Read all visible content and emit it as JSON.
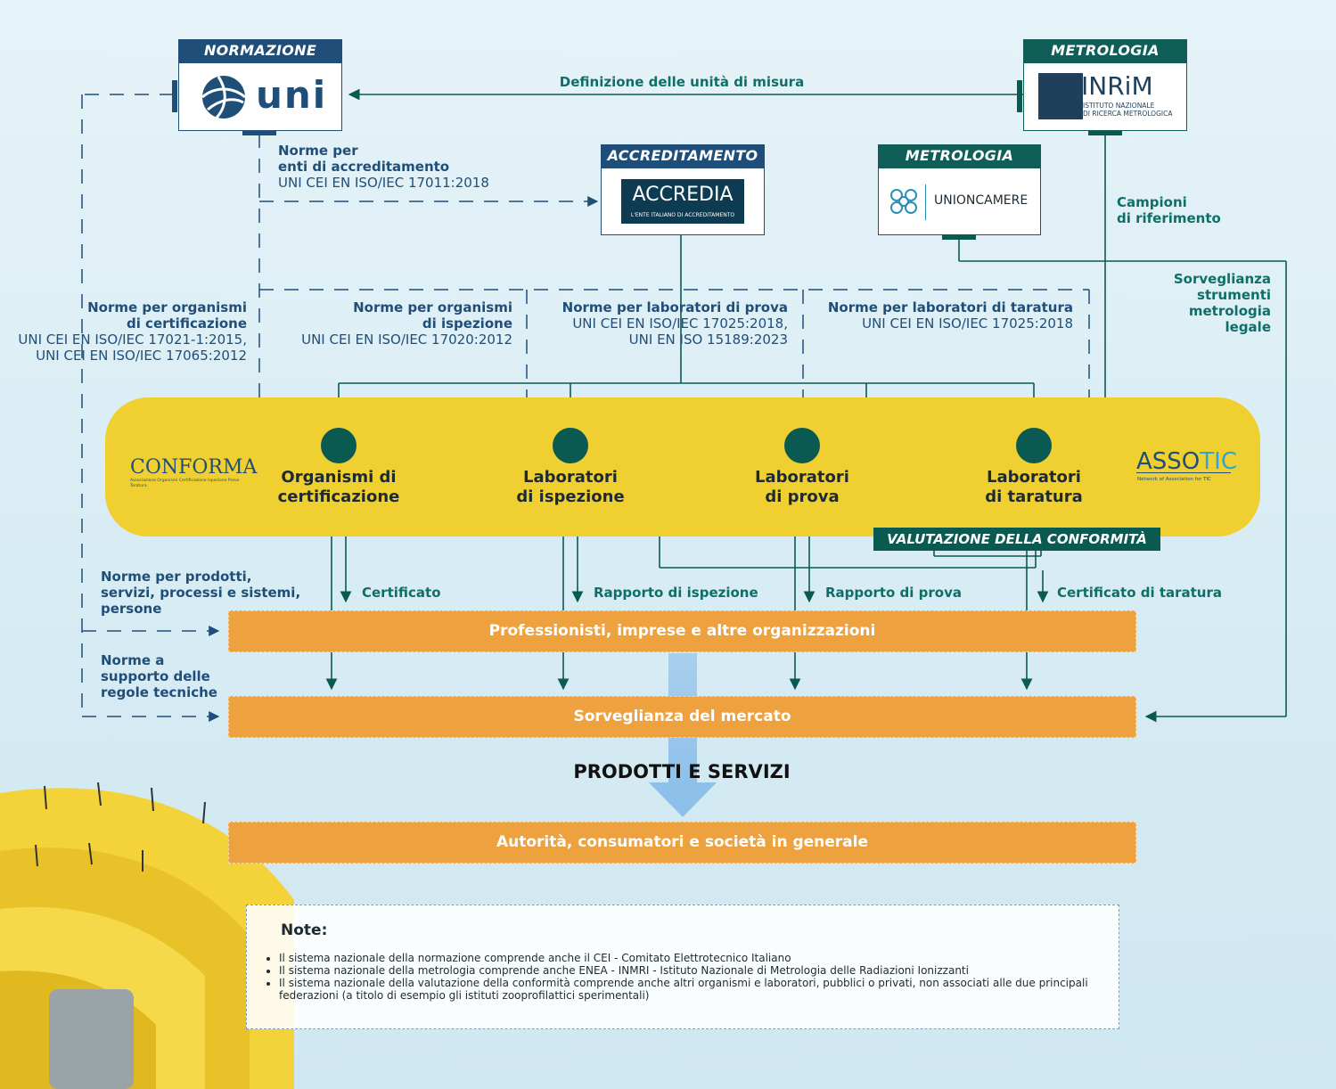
{
  "normazione": {
    "header": "NORMAZIONE",
    "logo_text": "uni"
  },
  "metrologia_inrim": {
    "header": "METROLOGIA",
    "logo_text": "INRiM",
    "logo_sub1": "ISTITUTO NAZIONALE",
    "logo_sub2": "DI RICERCA METROLOGICA"
  },
  "accreditamento": {
    "header": "ACCREDITAMENTO",
    "logo_text": "ACCREDIA",
    "logo_sub": "L'ENTE ITALIANO DI ACCREDITAMENTO"
  },
  "metrologia_unioncamere": {
    "header": "METROLOGIA",
    "logo_text": "UNIONCAMERE"
  },
  "flows": {
    "definizione": "Definizione delle unità di misura",
    "norme_enti_1": "Norme per",
    "norme_enti_2": "enti di accreditamento",
    "norme_enti_std": "UNI CEI EN ISO/IEC 17011:2018",
    "campioni_1": "Campioni",
    "campioni_2": "di riferimento",
    "sorveglianza_1": "Sorveglianza",
    "sorveglianza_2": "strumenti",
    "sorveglianza_3": "metrologia",
    "sorveglianza_4": "legale",
    "cert_1": "Norme per organismi",
    "cert_2": "di certificazione",
    "cert_3": "UNI CEI EN ISO/IEC 17021-1:2015,",
    "cert_4": "UNI CEI EN ISO/IEC 17065:2012",
    "isp_1": "Norme per organismi",
    "isp_2": "di ispezione",
    "isp_3": "UNI CEI EN ISO/IEC 17020:2012",
    "prova_1": "Norme per laboratori di prova",
    "prova_2": "UNI CEI EN ISO/IEC 17025:2018,",
    "prova_3": "UNI EN ISO 15189:2023",
    "tar_1": "Norme per laboratori di taratura",
    "tar_2": "UNI CEI EN ISO/IEC 17025:2018",
    "prodotti_1": "Norme per prodotti,",
    "prodotti_2": "servizi, processi e sistemi,",
    "prodotti_3": "persone",
    "regole_1": "Norme a",
    "regole_2": "supporto delle",
    "regole_3": "regole tecniche",
    "certificato": "Certificato",
    "rapporto_ispezione": "Rapporto di ispezione",
    "rapporto_prova": "Rapporto di prova",
    "certificato_taratura": "Certificato di taratura"
  },
  "conformita": {
    "left_logo": "CONFORMA",
    "left_logo_sub": "Associazione Organismi Certificazione Ispezione Prove Taratura",
    "right_logo_a": "ASSO",
    "right_logo_b": "TIC",
    "right_logo_sub": "Network of Association for TIC",
    "actors": [
      {
        "line1": "Organismi di",
        "line2": "certificazione"
      },
      {
        "line1": "Laboratori",
        "line2": "di ispezione"
      },
      {
        "line1": "Laboratori",
        "line2": "di prova"
      },
      {
        "line1": "Laboratori",
        "line2": "di taratura"
      }
    ],
    "badge": "VALUTAZIONE DELLA CONFORMITÀ"
  },
  "bars": {
    "professionisti": "Professionisti, imprese e altre organizzazioni",
    "sorveglianza": "Sorveglianza del mercato",
    "prodotti": "PRODOTTI E SERVIZI",
    "autorita": "Autorità, consumatori e società in generale"
  },
  "notes": {
    "title": "Note:",
    "items": [
      "Il sistema nazionale della normazione comprende anche il CEI - Comitato Elettrotecnico Italiano",
      "Il sistema nazionale della metrologia comprende anche ENEA - INMRI - Istituto Nazionale di Metrologia delle Radiazioni Ionizzanti",
      "Il sistema nazionale della valutazione della conformità comprende anche altri organismi e laboratori, pubblici o privati, non associati alle due principali federazioni (a titolo di esempio gli istituti zooprofilattici sperimentali)"
    ]
  },
  "colors": {
    "navy": "#1f4e79",
    "teal": "#0b5a52",
    "yellow": "#f0cf31",
    "orange": "#eda23f",
    "background": "#e6f3f8"
  }
}
